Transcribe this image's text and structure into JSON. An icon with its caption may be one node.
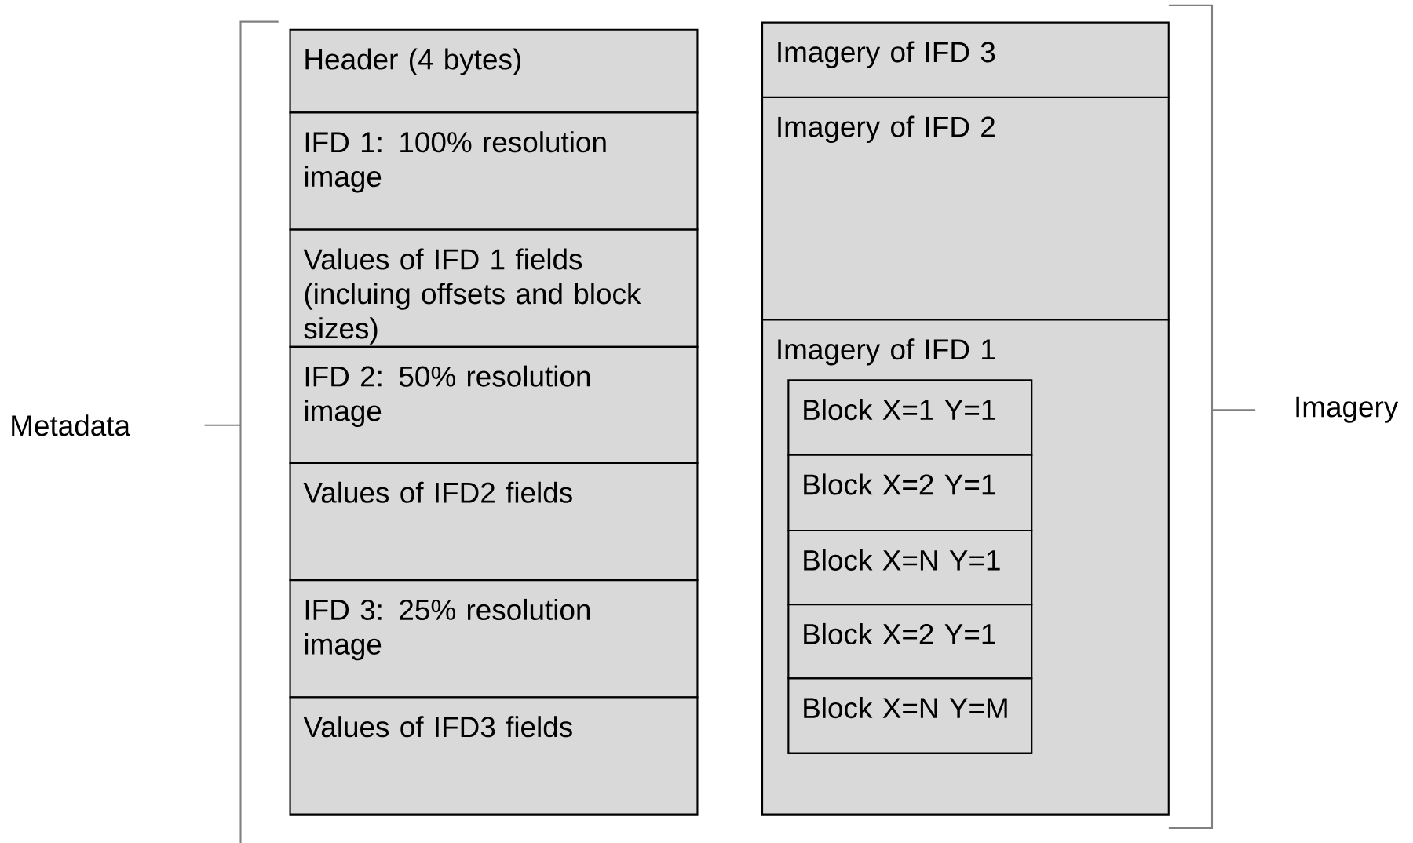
{
  "diagram": {
    "nodes": [
      {
        "text": [
          "Header (4 bytes)"
        ]
      },
      {
        "text": [
          "IFD 1:  100% resolution image"
        ]
      },
      {
        "text": [
          "Values of IFD 1 fields (incluing offsets and block sizes)"
        ]
      },
      {
        "text": [
          "IFD 2: 50% resolution image"
        ]
      },
      {
        "text": [
          "Values of IFD2 fields"
        ]
      },
      {
        "text": [
          "IFD 3: 25% resolution image"
        ]
      },
      {
        "text": [
          "Values of IFD3 fields"
        ]
      },
      {
        "text": [
          "Imagery of IFD 3"
        ]
      },
      {
        "text": [
          "Imagery of  IFD 2"
        ]
      },
      {
        "text": [
          "Imagery of IFD 1"
        ]
      },
      {
        "text": [
          "Block X=1 Y=1"
        ],
        "in": 9
      },
      {
        "text": [
          "Block X=2 Y=1"
        ],
        "in": 9
      },
      {
        "text": [
          "Block X=N Y=1"
        ],
        "in": 9
      },
      {
        "text": [
          "Block X=2 Y=1"
        ],
        "in": 9
      },
      {
        "text": [
          "Block X=N Y=M"
        ],
        "in": 9
      }
    ],
    "labels": [
      "Metadata",
      "Imagery"
    ]
  }
}
